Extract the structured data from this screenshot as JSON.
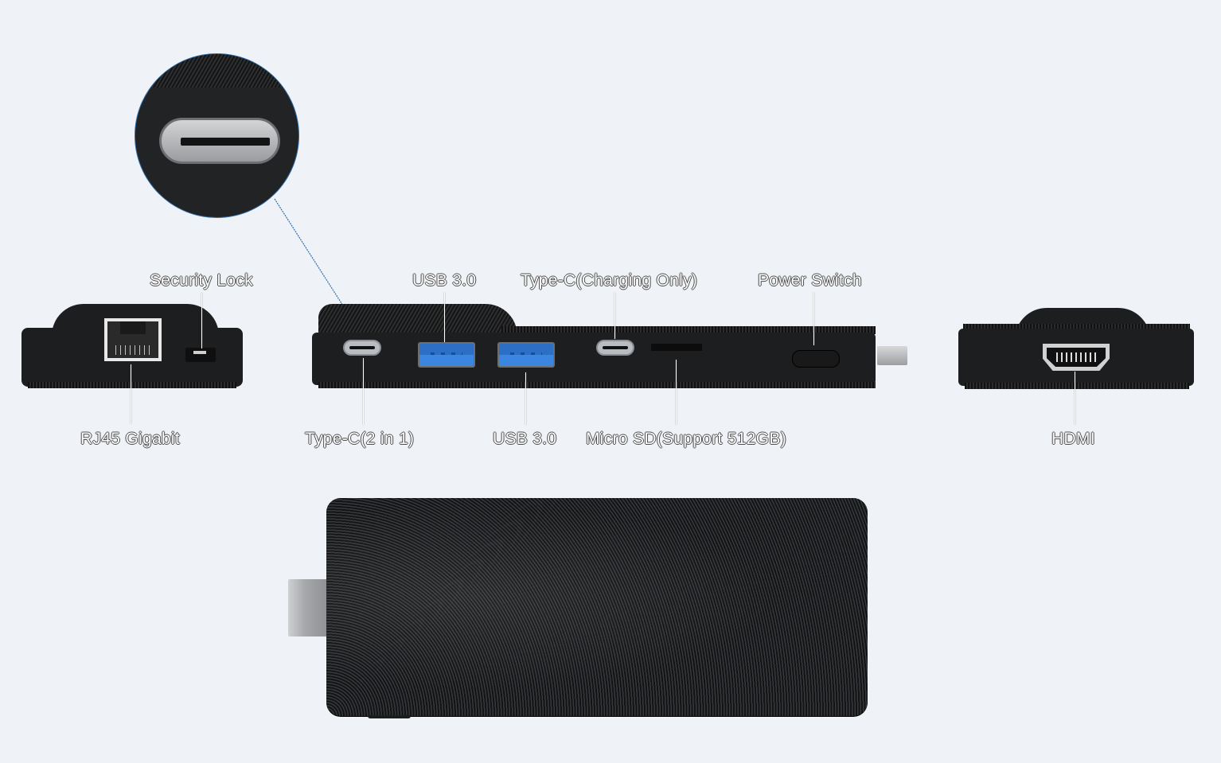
{
  "page": {
    "background": "#eff3f7",
    "device_color": "#1d1e20",
    "usb_port_color": "#3b86e0",
    "zoom_callout_line_color": "#2d6fb0"
  },
  "callout": {
    "subject": "Type-C port close-up",
    "icon": "magnifier-callout"
  },
  "views": {
    "left_end": {
      "labels": {
        "top": "Security Lock",
        "bottom": "RJ45 Gigabit"
      }
    },
    "side": {
      "labels": {
        "top": [
          "USB 3.0",
          "Type-C(Charging Only)",
          "Power Switch"
        ],
        "bottom": [
          "Type-C(2 in 1)",
          "USB 3.0",
          "Micro SD(Support 512GB)"
        ]
      }
    },
    "right_end": {
      "labels": {
        "bottom": "HDMI"
      }
    },
    "top_view": {
      "description": "Top view of stick PC with concentric ridge pattern and HDMI connector"
    }
  }
}
